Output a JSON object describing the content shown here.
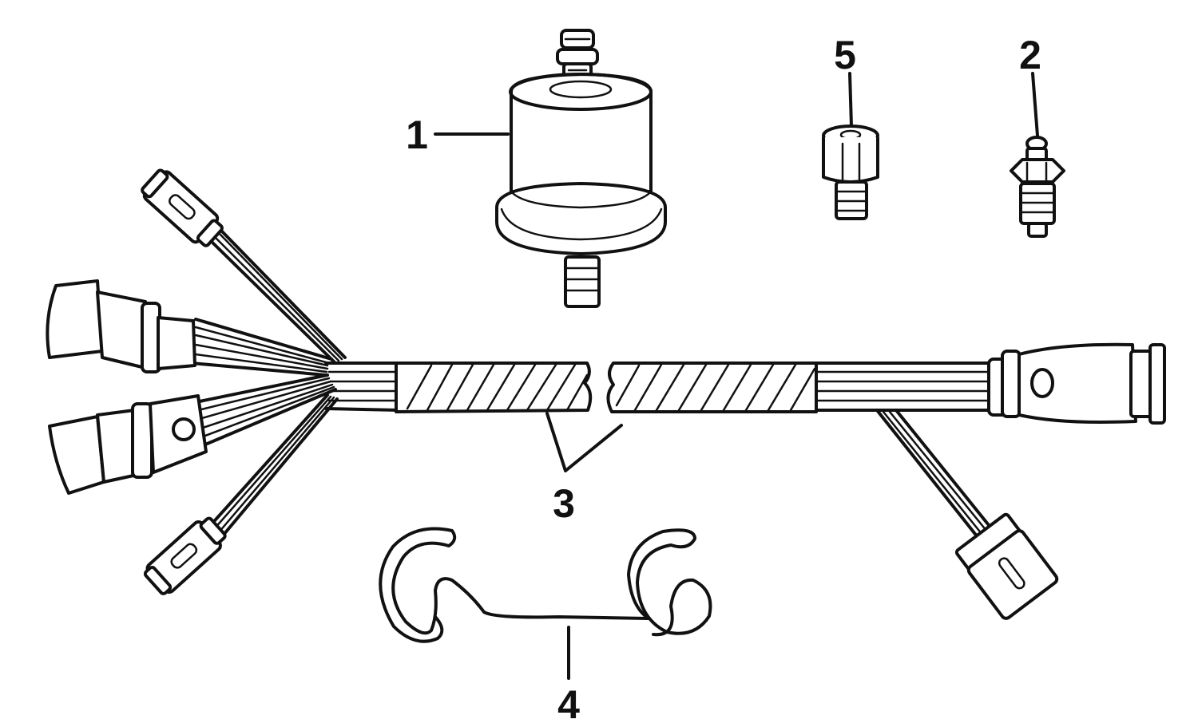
{
  "diagram": {
    "ink_color": "#111111",
    "background_color": "#ffffff",
    "callouts": [
      {
        "id": "c1",
        "label": "1"
      },
      {
        "id": "c2",
        "label": "2"
      },
      {
        "id": "c3",
        "label": "3"
      },
      {
        "id": "c4",
        "label": "4"
      },
      {
        "id": "c5",
        "label": "5"
      }
    ]
  }
}
